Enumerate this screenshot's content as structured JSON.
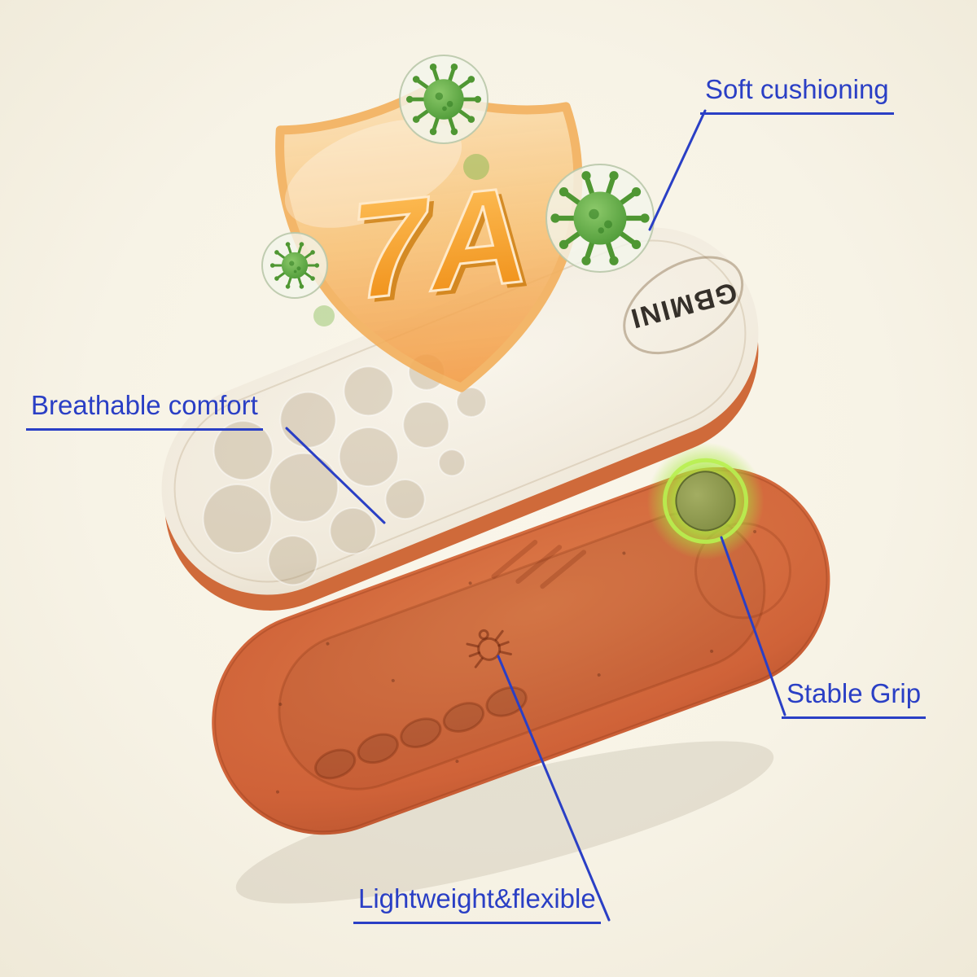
{
  "background_color": "#f7f3e6",
  "accent_color": "#2a3fc5",
  "badge": {
    "text": "7A"
  },
  "brand": {
    "name": "GBMINI"
  },
  "labels": {
    "soft_cushioning": "Soft cushioning",
    "breathable_comfort": "Breathable comfort",
    "stable_grip": "Stable Grip",
    "lightweight_flexible": "Lightweight&flexible"
  },
  "icons": {
    "germ": "germ-virus-icon",
    "bug": "bug-stamp-icon",
    "shield": "shield-badge"
  },
  "colors": {
    "top_insole": "#f3eee3",
    "bottom_insole": "#cf6238",
    "shield_orange": "#f3973b",
    "germ_green": "#55a037",
    "glow_green": "#a8e93f"
  }
}
